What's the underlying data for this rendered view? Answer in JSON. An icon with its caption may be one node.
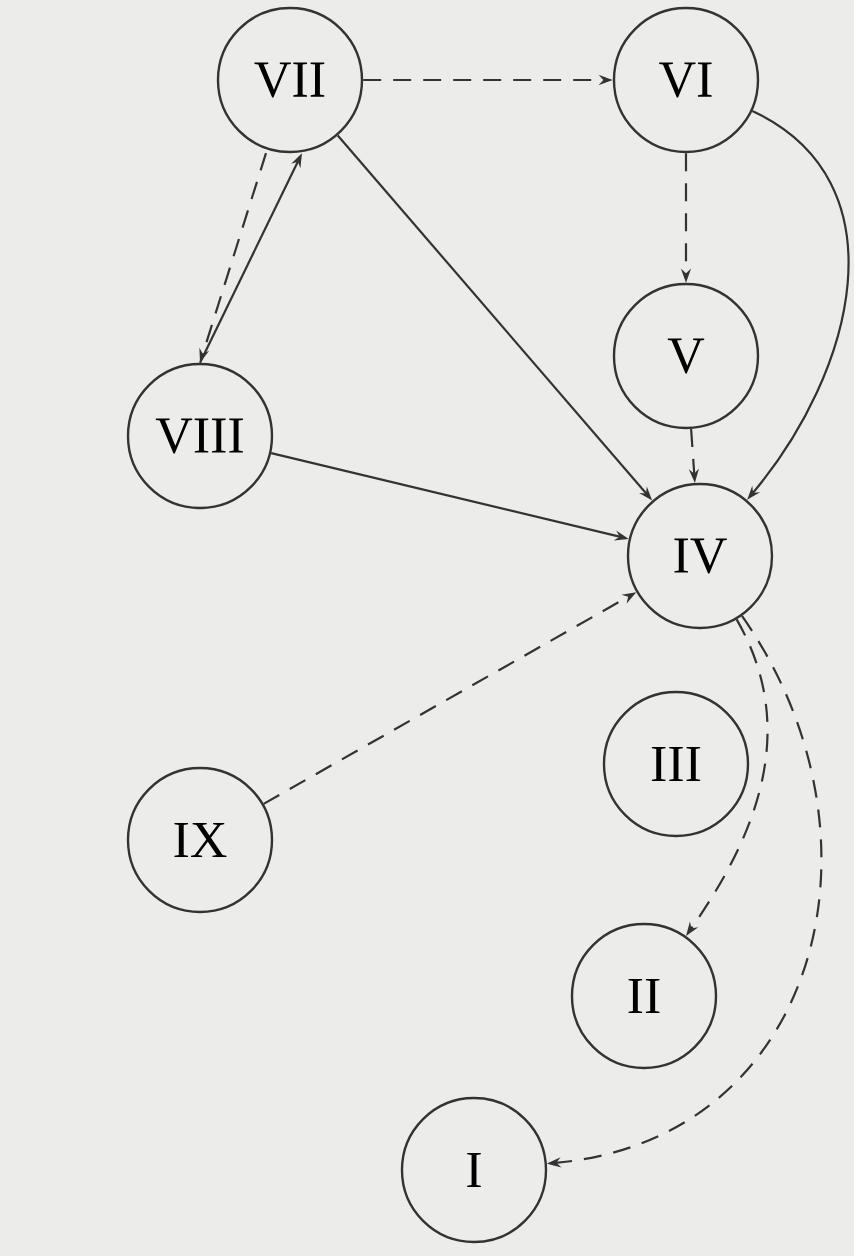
{
  "diagram": {
    "nodes": [
      {
        "text": [
          "VII"
        ]
      },
      {
        "text": [
          "VI"
        ]
      },
      {
        "text": [
          "V"
        ]
      },
      {
        "text": [
          "VIII"
        ]
      },
      {
        "text": [
          "IV"
        ]
      },
      {
        "text": [
          "III"
        ]
      },
      {
        "text": [
          "IX"
        ]
      },
      {
        "text": [
          "II"
        ]
      },
      {
        "text": [
          "I"
        ]
      }
    ],
    "edges": [
      {
        "from": 0,
        "to": 1,
        "arrow": "to",
        "style": "dashed"
      },
      {
        "from": 1,
        "to": 2,
        "arrow": "to",
        "style": "dashed"
      },
      {
        "from": 0,
        "to": 3,
        "arrow": "to",
        "style": "dashed"
      },
      {
        "from": 3,
        "to": 0,
        "arrow": "to"
      },
      {
        "from": 0,
        "to": 4,
        "arrow": "to"
      },
      {
        "from": 1,
        "to": 4,
        "arrow": "to"
      },
      {
        "from": 2,
        "to": 4,
        "arrow": "to",
        "style": "dashed"
      },
      {
        "from": 3,
        "to": 4,
        "arrow": "to"
      },
      {
        "from": 6,
        "to": 4,
        "arrow": "to",
        "style": "dashed"
      },
      {
        "from": 4,
        "to": 7,
        "arrow": "to",
        "style": "dashed"
      },
      {
        "from": 4,
        "to": 8,
        "arrow": "to",
        "style": "dashed"
      }
    ]
  }
}
